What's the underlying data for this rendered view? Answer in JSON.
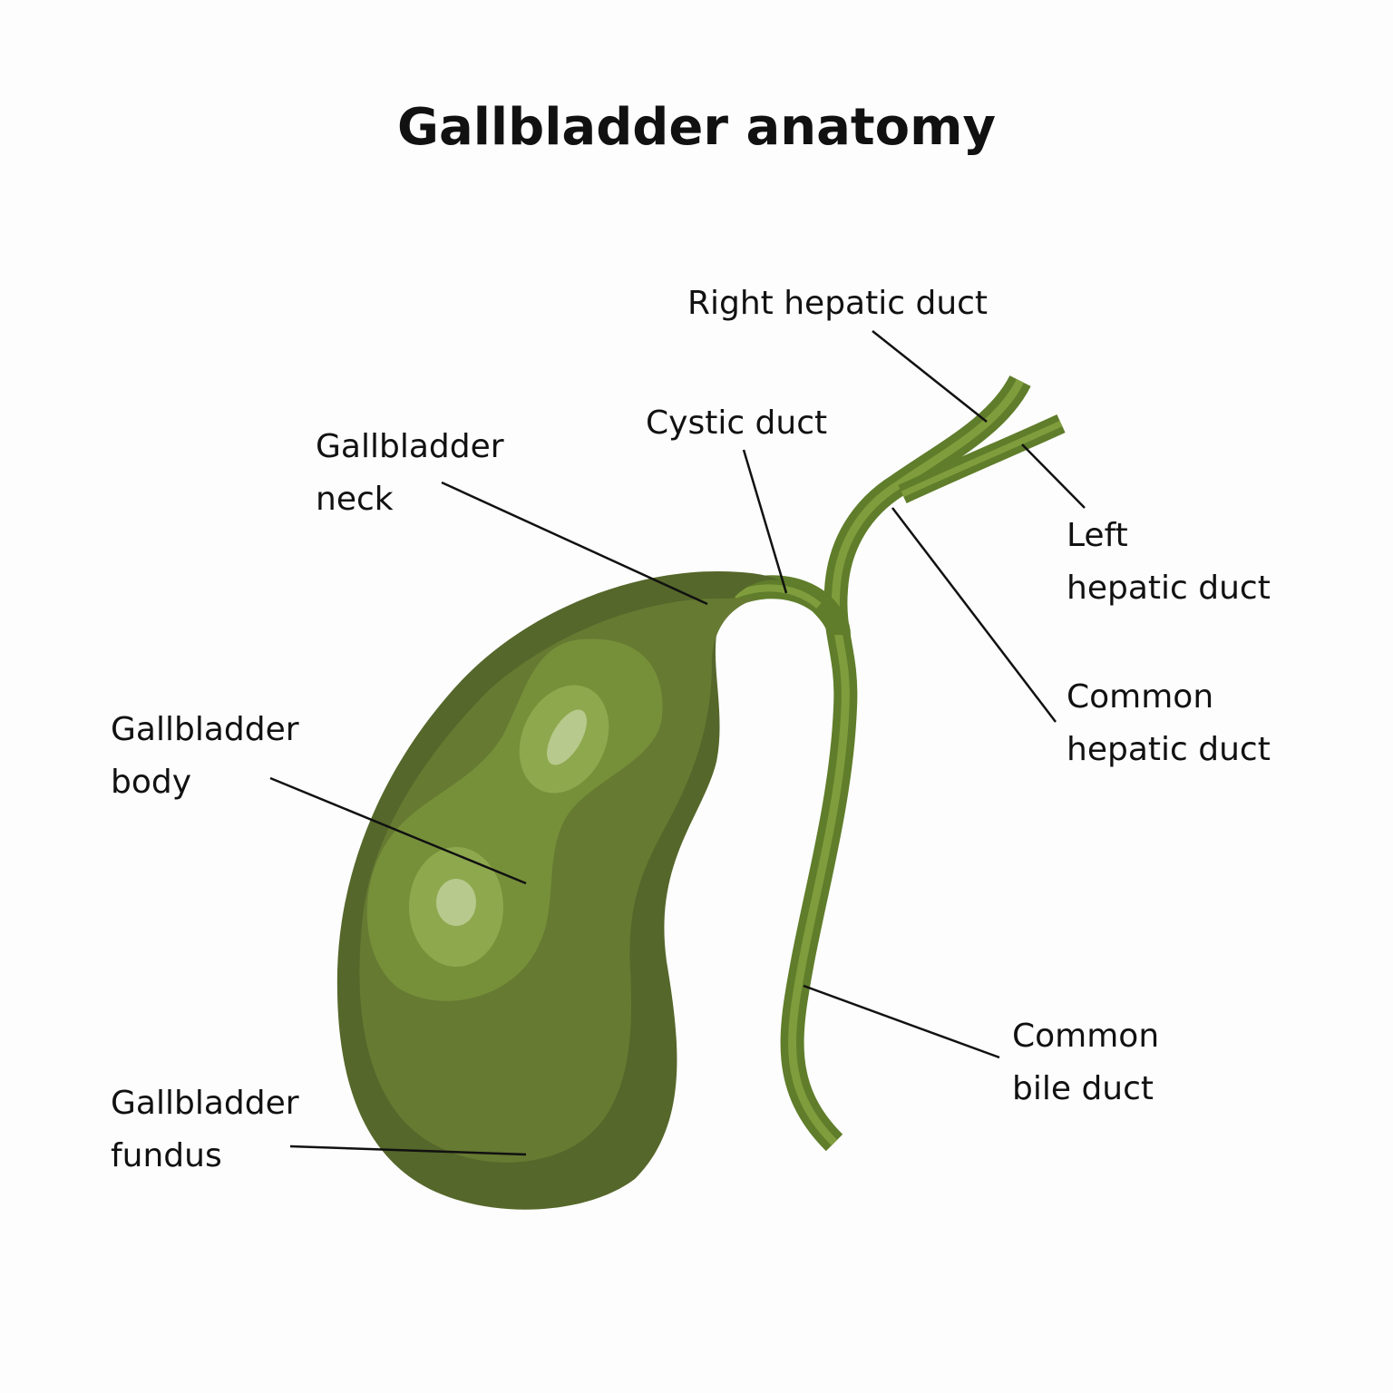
{
  "title": "Gallbladder anatomy",
  "colors": {
    "background": "#fdfdfd",
    "organ_dark": "#55672a",
    "organ_mid": "#667a32",
    "organ_light": "#76903a",
    "organ_highlight": "#8ea84e",
    "organ_shine": "#b7c98c",
    "duct": "#6a8a30",
    "duct_light": "#86a444",
    "leader_line": "#111111",
    "text": "#111111"
  },
  "labels": {
    "right_hepatic_duct": [
      "Right hepatic duct"
    ],
    "cystic_duct": [
      "Cystic duct"
    ],
    "gallbladder_neck": [
      "Gallbladder",
      "neck"
    ],
    "left_hepatic_duct": [
      "Left",
      "hepatic duct"
    ],
    "common_hepatic_duct": [
      "Common",
      "hepatic duct"
    ],
    "gallbladder_body": [
      "Gallbladder",
      "body"
    ],
    "common_bile_duct": [
      "Common",
      "bile duct"
    ],
    "gallbladder_fundus": [
      "Gallbladder",
      "fundus"
    ]
  }
}
